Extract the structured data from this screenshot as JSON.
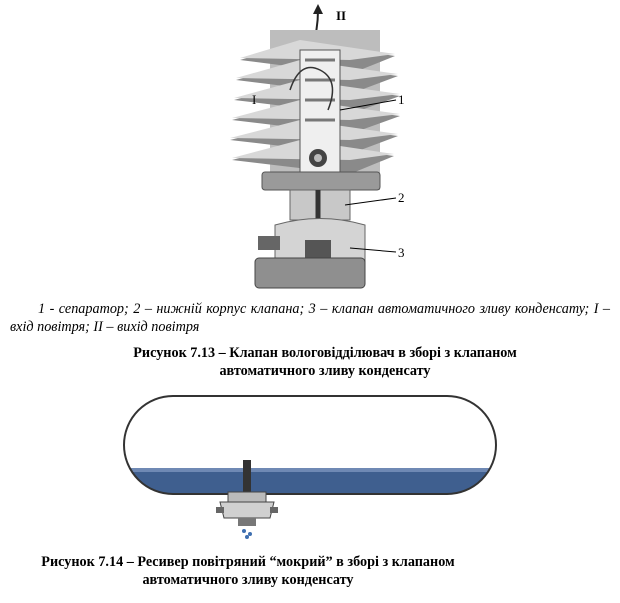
{
  "figure1": {
    "labels": {
      "l1": "1",
      "l2": "2",
      "l3": "3",
      "in": "I",
      "out": "II"
    },
    "legend": "1  - сепаратор; 2 – нижній корпус клапана; 3 – клапан автоматичного зливу конденсату; I – вхід повітря; II – вихід повітря",
    "title_line1": "Рисунок 7.13 – Клапан вологовідділювач в зборі з клапаном",
    "title_line2": "автоматичного зливу конденсату"
  },
  "figure2": {
    "title_line1": "Рисунок 7.14 – Ресивер повітряний “мокрий” в зборі з клапаном",
    "title_line2": "автоматичного зливу конденсату"
  }
}
